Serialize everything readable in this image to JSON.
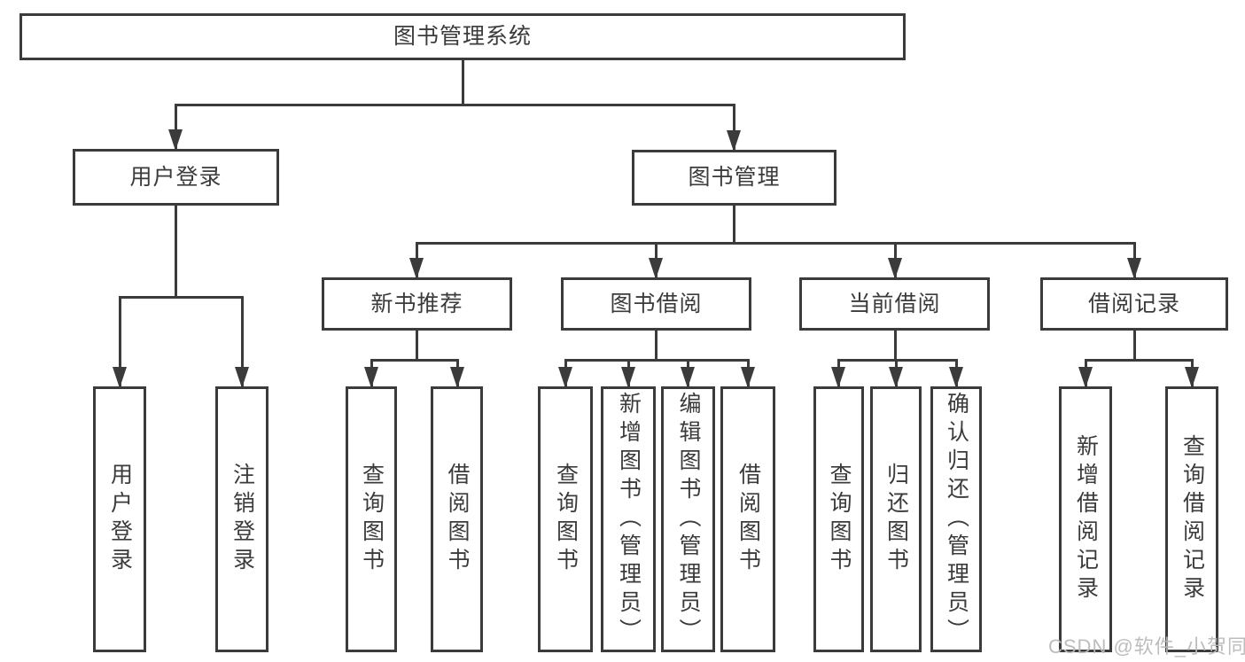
{
  "diagram_type": "hierarchy-tree",
  "hierarchy": {
    "label": "图书管理系统",
    "children": [
      {
        "label": "用户登录",
        "children": [
          {
            "label": "用户登录"
          },
          {
            "label": "注销登录"
          }
        ]
      },
      {
        "label": "图书管理",
        "children": [
          {
            "label": "新书推荐",
            "children": [
              {
                "label": "查询图书"
              },
              {
                "label": "借阅图书"
              }
            ]
          },
          {
            "label": "图书借阅",
            "children": [
              {
                "label": "查询图书"
              },
              {
                "label": "新增图书（管理员）"
              },
              {
                "label": "编辑图书（管理员）"
              },
              {
                "label": "借阅图书"
              }
            ]
          },
          {
            "label": "当前借阅",
            "children": [
              {
                "label": "查询图书"
              },
              {
                "label": "归还图书"
              },
              {
                "label": "确认归还（管理员）"
              }
            ]
          },
          {
            "label": "借阅记录",
            "children": [
              {
                "label": "新增借阅记录"
              },
              {
                "label": "查询借阅记录"
              }
            ]
          }
        ]
      }
    ]
  },
  "watermark": {
    "text": "CSDN @软件_小贺同学",
    "color": "#b9b9b9"
  },
  "colors": {
    "node_border": "#3b3b3b",
    "node_fill": "#ffffff",
    "connector": "#3b3b3b",
    "text": "#3b3b3b",
    "background": "#ffffff"
  }
}
